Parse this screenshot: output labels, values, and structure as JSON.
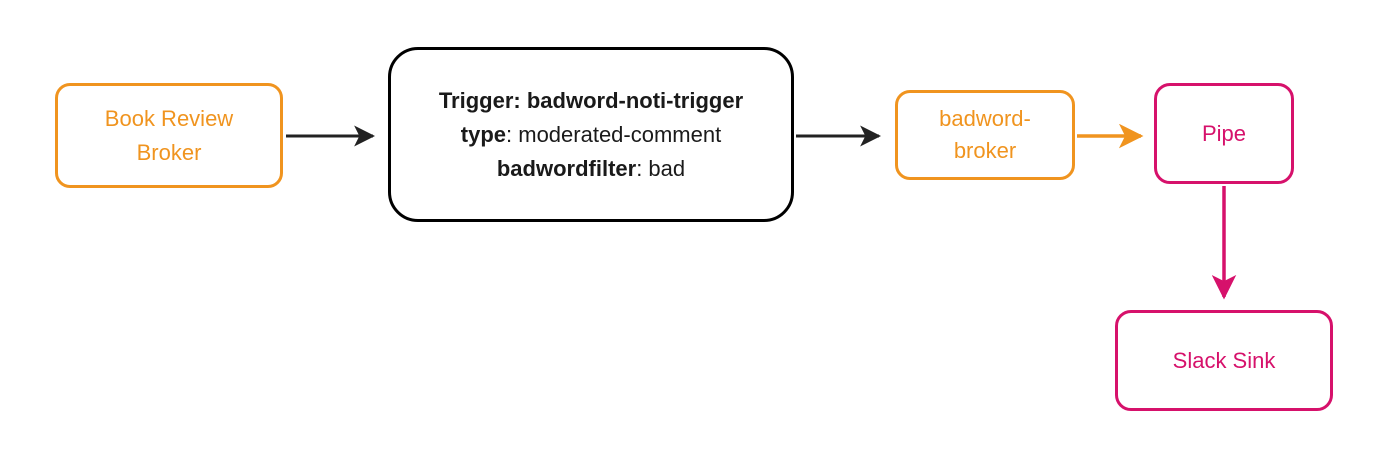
{
  "diagram": {
    "kind": "event-flow-diagram",
    "background": "#ffffff",
    "colors": {
      "broker_orange": "#F0941F",
      "sink_pink": "#D6116B",
      "edge_black": "#222222",
      "trigger_border_black": "#000000"
    },
    "nodes": {
      "book_review_broker": {
        "label": "Book Review Broker",
        "lines": [
          "Book Review",
          "Broker"
        ],
        "color": "#F0941F"
      },
      "trigger": {
        "line1": "Trigger: badword-noti-trigger",
        "line2_key": "type",
        "line2_value": ": moderated-comment",
        "line3_key": "badwordfilter",
        "line3_value": ": bad",
        "color": "#000000"
      },
      "badword_broker": {
        "label": "badword-broker",
        "lines": [
          "badword-",
          "broker"
        ],
        "color": "#F0941F"
      },
      "pipe": {
        "label": "Pipe",
        "color": "#D6116B"
      },
      "slack_sink": {
        "label": "Slack Sink",
        "color": "#D6116B"
      }
    },
    "edges": [
      {
        "from": "book-review-broker",
        "to": "trigger",
        "color": "#222222"
      },
      {
        "from": "trigger",
        "to": "badword-broker",
        "color": "#222222"
      },
      {
        "from": "badword-broker",
        "to": "pipe",
        "color": "#F0941F"
      },
      {
        "from": "pipe",
        "to": "slack-sink",
        "color": "#D6116B"
      }
    ]
  }
}
